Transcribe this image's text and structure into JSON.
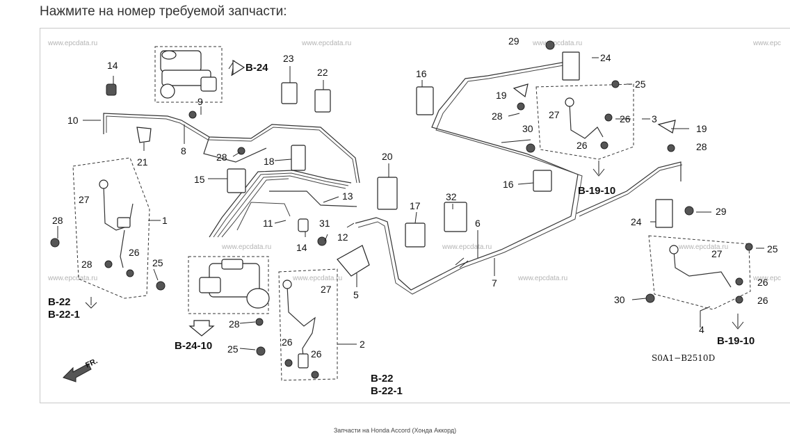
{
  "heading": "Нажмите на номер требуемой запчасти:",
  "footer": "Запчасти на Honda Accord (Хонда Аккорд)",
  "watermark": "www.epcdata.ru",
  "watermark_cut": "www.epc",
  "diagram_code": "S0A1−B2510D",
  "fr_label": "FR.",
  "callouts": {
    "c1": "1",
    "c2": "2",
    "c3": "3",
    "c4": "4",
    "c5": "5",
    "c6": "6",
    "c7": "7",
    "c8": "8",
    "c9": "9",
    "c10": "10",
    "c11": "11",
    "c12": "12",
    "c13": "13",
    "c14a": "14",
    "c14b": "14",
    "c15": "15",
    "c16a": "16",
    "c16b": "16",
    "c17": "17",
    "c18": "18",
    "c19a": "19",
    "c19b": "19",
    "c20": "20",
    "c21": "21",
    "c22": "22",
    "c23": "23",
    "c24a": "24",
    "c24b": "24",
    "c25a": "25",
    "c25b": "25",
    "c25c": "25",
    "c25d": "25",
    "c26a": "26",
    "c26b": "26",
    "c26c": "26",
    "c26d": "26",
    "c26e": "26",
    "c26f": "26",
    "c26g": "26",
    "c27a": "27",
    "c27b": "27",
    "c27c": "27",
    "c27d": "27",
    "c28a": "28",
    "c28b": "28",
    "c28c": "28",
    "c28d": "28",
    "c28e": "28",
    "c28f": "28",
    "c29a": "29",
    "c29b": "29",
    "c30a": "30",
    "c30b": "30",
    "c31": "31",
    "c32": "32"
  },
  "refs": {
    "r_b24": "B-24",
    "r_b2410": "B-24-10",
    "r_b22_left": "B-22",
    "r_b221_left": "B-22-1",
    "r_b22_bottom": "B-22",
    "r_b221_bottom": "B-22-1",
    "r_b1910_mid": "B-19-10",
    "r_b1910_right": "B-19-10"
  }
}
